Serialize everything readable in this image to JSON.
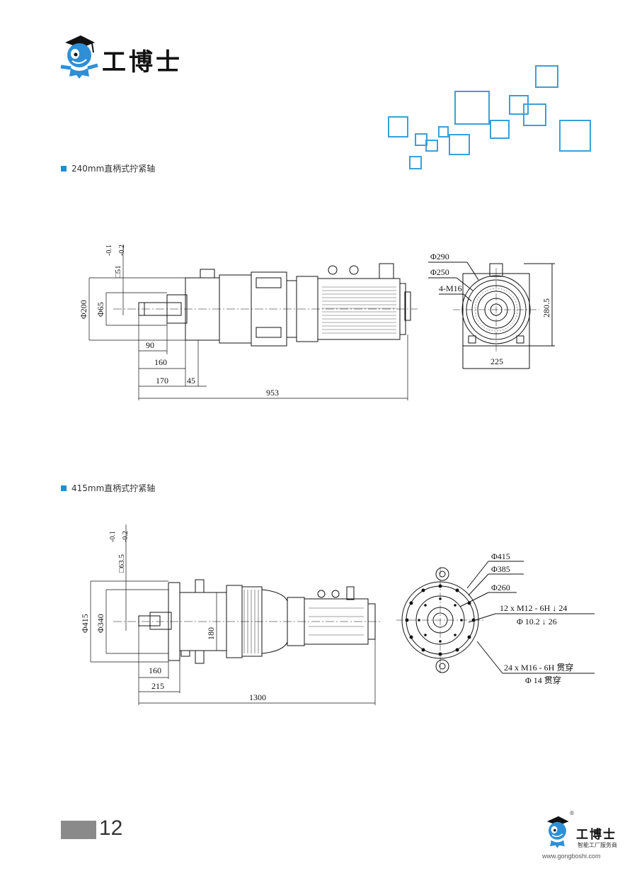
{
  "header": {
    "brand": "工博士"
  },
  "sections": [
    {
      "title": "240mm直柄式拧紧轴"
    },
    {
      "title": "415mm直柄式拧紧轴"
    }
  ],
  "drawing1": {
    "dims": {
      "tol_upper": "-0.1",
      "tol_lower": "-0.2",
      "square": "□51",
      "dia200": "Φ200",
      "dia65": "Φ65",
      "len90": "90",
      "len160": "160",
      "len170": "170",
      "len45": "45",
      "len953": "953",
      "dia290": "Φ290",
      "dia250": "Φ250",
      "holes": "4-M16",
      "h280": "280.5",
      "w225": "225"
    }
  },
  "drawing2": {
    "dims": {
      "tol_upper": "-0.1",
      "tol_lower": "-0.2",
      "square": "□63.5",
      "dia415": "Φ415",
      "dia340": "Φ340",
      "len180": "180",
      "len160": "160",
      "len215": "215",
      "len1300": "1300",
      "c415": "Φ415",
      "c385": "Φ385",
      "c260": "Φ260",
      "note1a": "12 x  M12 - 6H ↓ 24",
      "note1b": "Φ  10.2 ↓  26",
      "note2a": "24 x  M16 - 6H 贯穿",
      "note2b": "Φ  14 贯穿"
    }
  },
  "footer": {
    "page_number": "12",
    "brand": "工博士",
    "subtitle": "智能工厂服务商",
    "url": "www.gongboshi.com",
    "registered": "®"
  },
  "colors": {
    "accent": "#1f8fd0",
    "square_outline": "#3aa0d8",
    "page_bar": "#8a8a8a"
  }
}
